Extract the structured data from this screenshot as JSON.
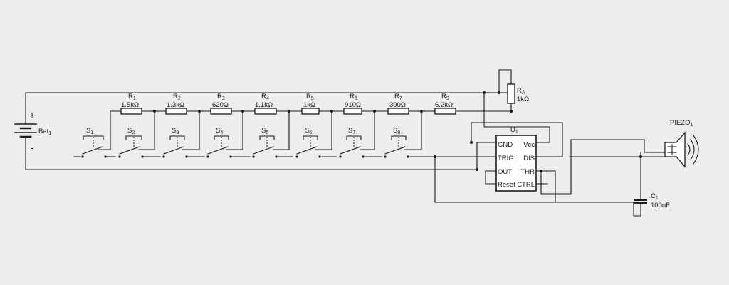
{
  "battery": {
    "ref": "Bat",
    "idx": "1",
    "plus": "+",
    "minus": "-"
  },
  "resistors": [
    {
      "ref": "R",
      "idx": "1",
      "value": "1.5kΩ"
    },
    {
      "ref": "R",
      "idx": "2",
      "value": "1.3kΩ"
    },
    {
      "ref": "R",
      "idx": "3",
      "value": "620Ω"
    },
    {
      "ref": "R",
      "idx": "4",
      "value": "1.1kΩ"
    },
    {
      "ref": "R",
      "idx": "5",
      "value": "1kΩ"
    },
    {
      "ref": "R",
      "idx": "6",
      "value": "910Ω"
    },
    {
      "ref": "R",
      "idx": "7",
      "value": "390Ω"
    },
    {
      "ref": "R",
      "idx": "9",
      "value": "6.2kΩ"
    }
  ],
  "resistor_a": {
    "ref": "R",
    "idx": "A",
    "value": "1kΩ"
  },
  "switches": [
    {
      "ref": "S",
      "idx": "1"
    },
    {
      "ref": "S",
      "idx": "2"
    },
    {
      "ref": "S",
      "idx": "3"
    },
    {
      "ref": "S",
      "idx": "4"
    },
    {
      "ref": "S",
      "idx": "5"
    },
    {
      "ref": "S",
      "idx": "6"
    },
    {
      "ref": "S",
      "idx": "7"
    },
    {
      "ref": "S",
      "idx": "8"
    }
  ],
  "ic": {
    "ref": "U",
    "idx": "1",
    "pins": {
      "gnd": "GND",
      "trig": "TRIG",
      "out": "OUT",
      "reset": "Reset",
      "vcc": "Vcc",
      "dis": "DIS",
      "thr": "THR",
      "ctrl": "CTRL"
    }
  },
  "capacitor": {
    "ref": "C",
    "idx": "1",
    "value": "100nF"
  },
  "piezo": {
    "ref": "PIEZO",
    "idx": "1"
  }
}
